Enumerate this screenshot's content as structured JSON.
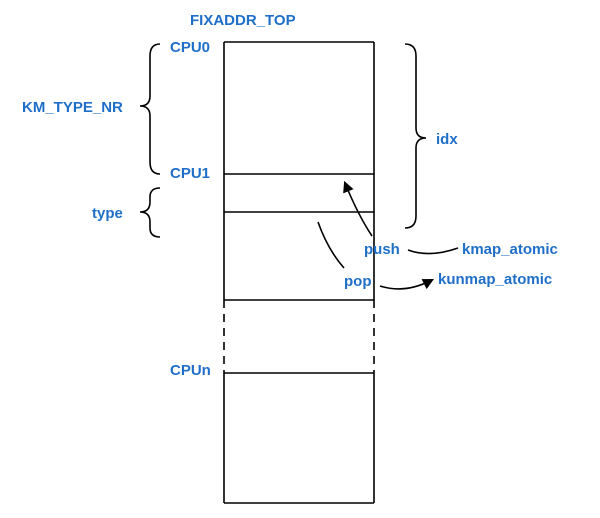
{
  "diagram": {
    "colors": {
      "label": "#1f6fc9",
      "line": "#000000"
    },
    "labels": {
      "top": "FIXADDR_TOP",
      "cpu0": "CPU0",
      "cpu1": "CPU1",
      "cpun": "CPUn",
      "km_type_nr": "KM_TYPE_NR",
      "type": "type",
      "idx": "idx",
      "push": "push",
      "pop": "pop",
      "kmap_atomic": "kmap_atomic",
      "kunmap_atomic": "kunmap_atomic"
    }
  }
}
